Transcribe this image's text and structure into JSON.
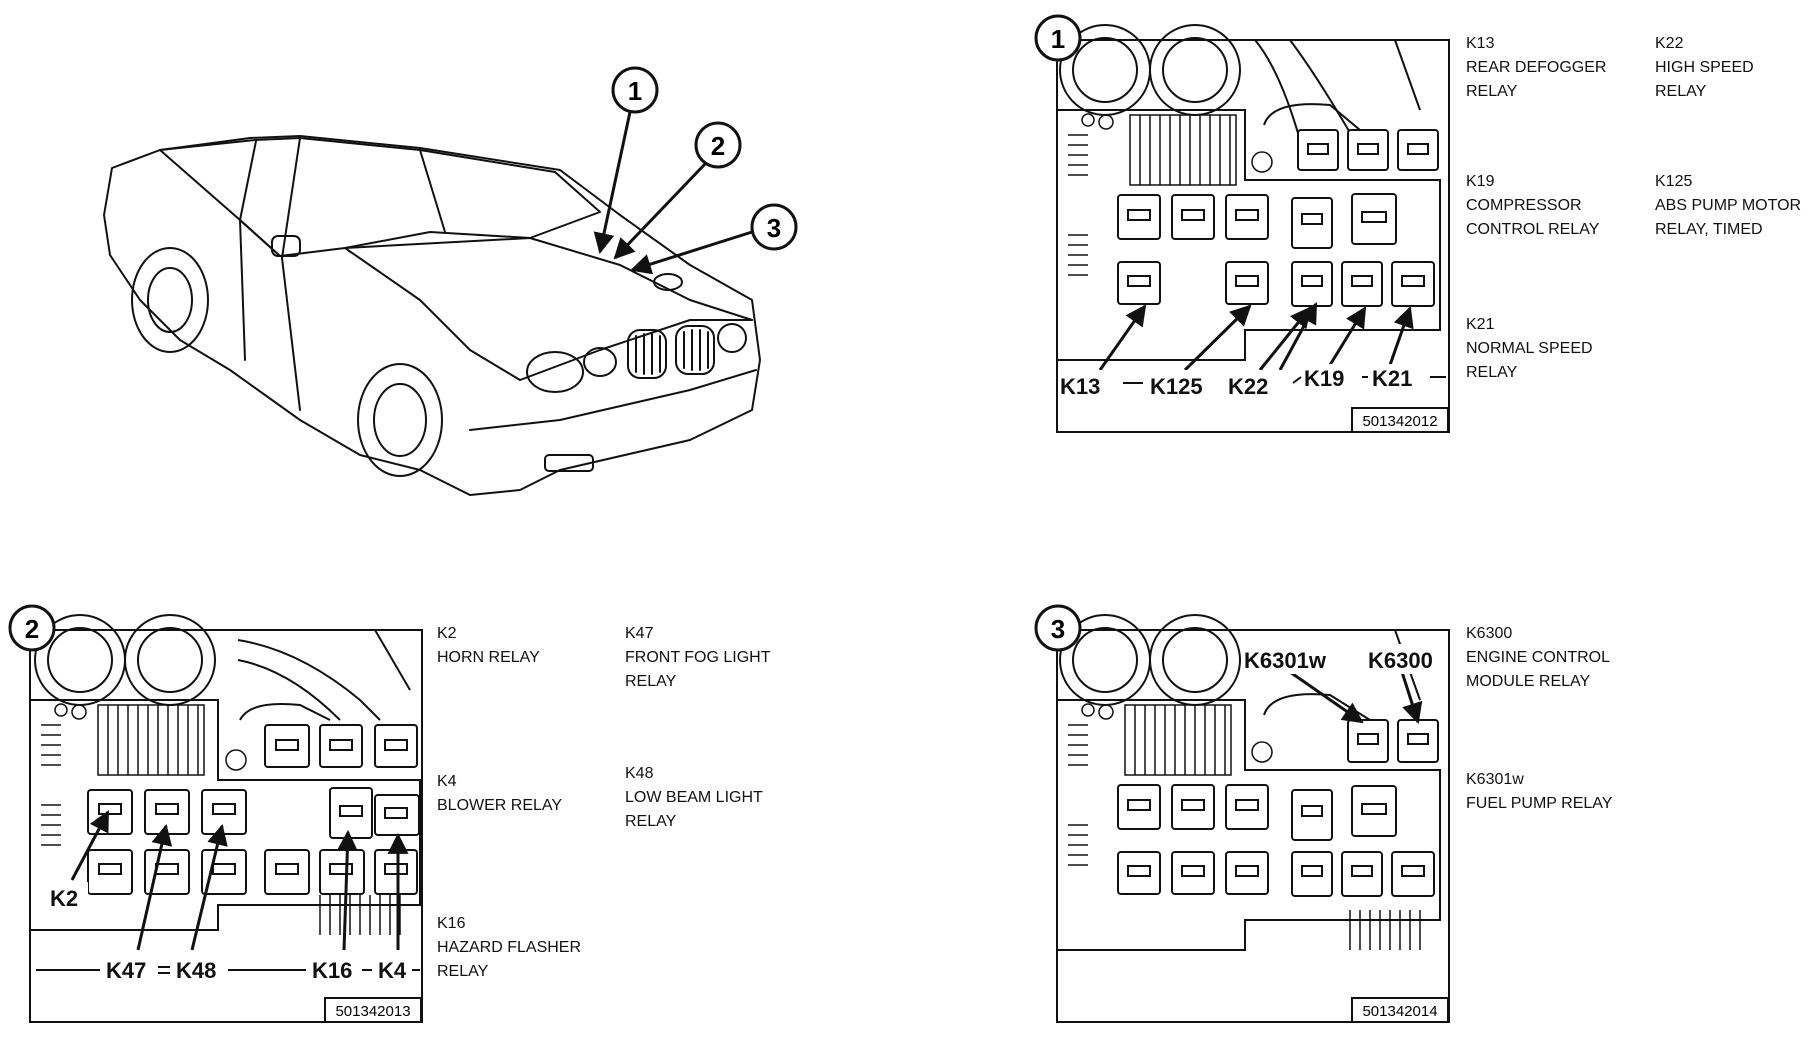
{
  "car_callouts": [
    "1",
    "2",
    "3"
  ],
  "panels": [
    {
      "number": "1",
      "image_code": "501342012",
      "labels": [
        "K13",
        "K125",
        "K22",
        "K19",
        "K21"
      ],
      "legend": [
        {
          "code": "K13",
          "desc": "REAR DEFOGGER\nRELAY"
        },
        {
          "code": "K22",
          "desc": "HIGH SPEED\nRELAY"
        },
        {
          "code": "K19",
          "desc": "COMPRESSOR\nCONTROL RELAY"
        },
        {
          "code": "K125",
          "desc": "ABS PUMP MOTOR\nRELAY, TIMED"
        },
        {
          "code": "K21",
          "desc": "NORMAL SPEED\nRELAY"
        }
      ]
    },
    {
      "number": "2",
      "image_code": "501342013",
      "labels": [
        "K2",
        "K47",
        "K48",
        "K16",
        "K4"
      ],
      "legend": [
        {
          "code": "K2",
          "desc": "HORN RELAY"
        },
        {
          "code": "K47",
          "desc": "FRONT FOG LIGHT\nRELAY"
        },
        {
          "code": "K4",
          "desc": "BLOWER RELAY"
        },
        {
          "code": "K48",
          "desc": "LOW BEAM LIGHT\nRELAY"
        },
        {
          "code": "K16",
          "desc": "HAZARD FLASHER\nRELAY"
        }
      ]
    },
    {
      "number": "3",
      "image_code": "501342014",
      "labels": [
        "K6301w",
        "K6300"
      ],
      "legend": [
        {
          "code": "K6300",
          "desc": "ENGINE CONTROL\nMODULE RELAY"
        },
        {
          "code": "K6301w",
          "desc": "FUEL PUMP RELAY"
        }
      ]
    }
  ]
}
